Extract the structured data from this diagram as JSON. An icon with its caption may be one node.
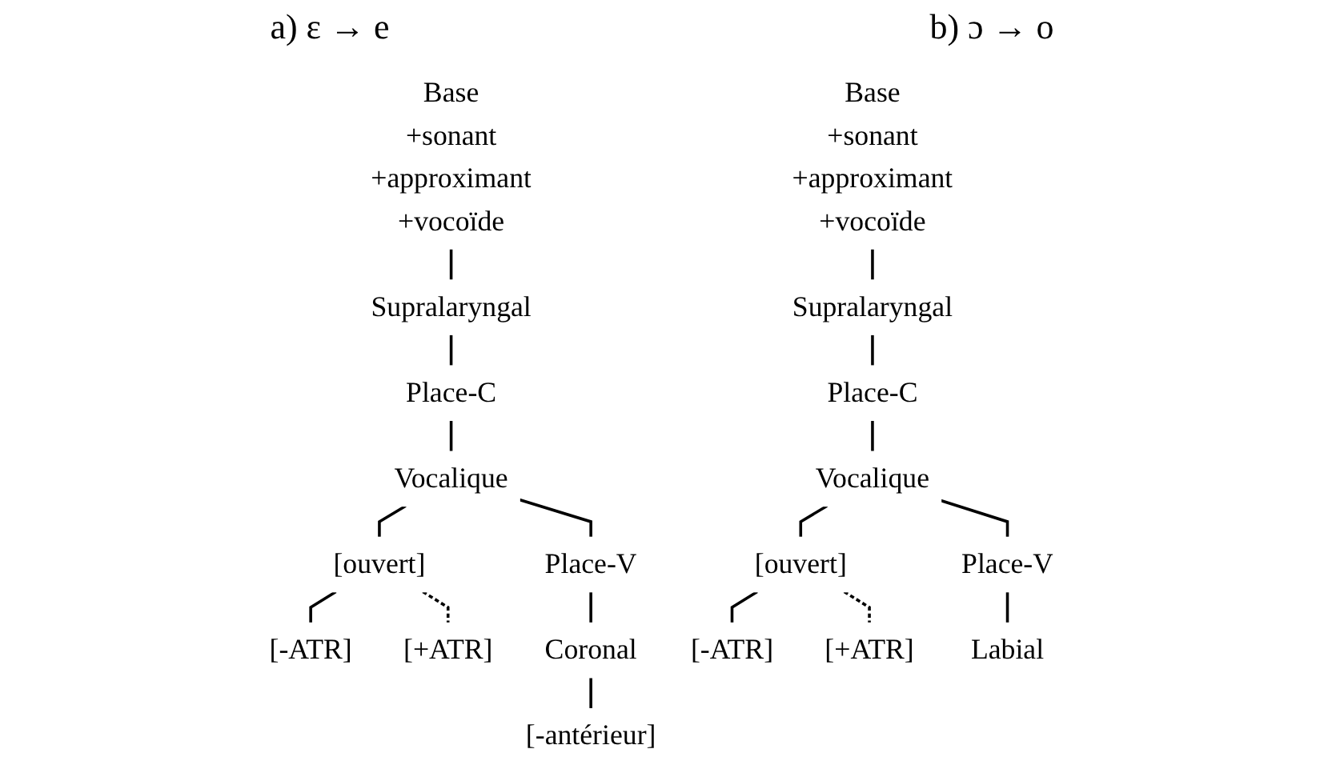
{
  "diagram": {
    "nodes": [
      {
        "text": [
          "Base",
          "+sonant",
          "+approximant",
          "+vocoïde"
        ]
      },
      {
        "text": [
          "Supralaryngal"
        ]
      },
      {
        "text": [
          "Place-C"
        ]
      },
      {
        "text": [
          "Vocalique"
        ]
      },
      {
        "text": [
          "Place-V"
        ]
      },
      {
        "text": [
          "[ouvert]"
        ]
      },
      {
        "text": [
          "[-ATR]"
        ]
      },
      {
        "text": [
          "[+ATR]"
        ]
      },
      {
        "text": [
          "Coronal"
        ]
      },
      {
        "text": [
          "[-antérieur]"
        ]
      },
      {
        "text": [
          "Base",
          "+sonant",
          "+approximant",
          "+vocoïde"
        ]
      },
      {
        "text": [
          "Supralaryngal"
        ]
      },
      {
        "text": [
          "Place-C"
        ]
      },
      {
        "text": [
          "Vocalique"
        ]
      },
      {
        "text": [
          "Place-V"
        ]
      },
      {
        "text": [
          "[ouvert]"
        ]
      },
      {
        "text": [
          "[-ATR]"
        ]
      },
      {
        "text": [
          "[+ATR]"
        ]
      },
      {
        "text": [
          "Labial"
        ]
      }
    ],
    "edges": [
      {
        "from": 0,
        "to": 1,
        "arrow": "none"
      },
      {
        "from": 1,
        "to": 2,
        "arrow": "none"
      },
      {
        "from": 2,
        "to": 3,
        "arrow": "none"
      },
      {
        "from": 3,
        "to": 4,
        "arrow": "none"
      },
      {
        "from": 4,
        "to": 8,
        "arrow": "none"
      },
      {
        "from": 8,
        "to": 9,
        "arrow": "none"
      },
      {
        "from": 3,
        "to": 5,
        "arrow": "none"
      },
      {
        "from": 5,
        "to": 6,
        "arrow": "none"
      },
      {
        "from": 5,
        "to": 7,
        "arrow": "none",
        "style": "dashed"
      },
      {
        "from": 10,
        "to": 11,
        "arrow": "none"
      },
      {
        "from": 11,
        "to": 12,
        "arrow": "none"
      },
      {
        "from": 12,
        "to": 13,
        "arrow": "none"
      },
      {
        "from": 13,
        "to": 14,
        "arrow": "none"
      },
      {
        "from": 14,
        "to": 18,
        "arrow": "none"
      },
      {
        "from": 13,
        "to": 15,
        "arrow": "none"
      },
      {
        "from": 15,
        "to": 16,
        "arrow": "none"
      },
      {
        "from": 15,
        "to": 17,
        "arrow": "none",
        "style": "dashed"
      }
    ],
    "labels": [
      "a) ε → e",
      "b) ɔ → o"
    ]
  }
}
